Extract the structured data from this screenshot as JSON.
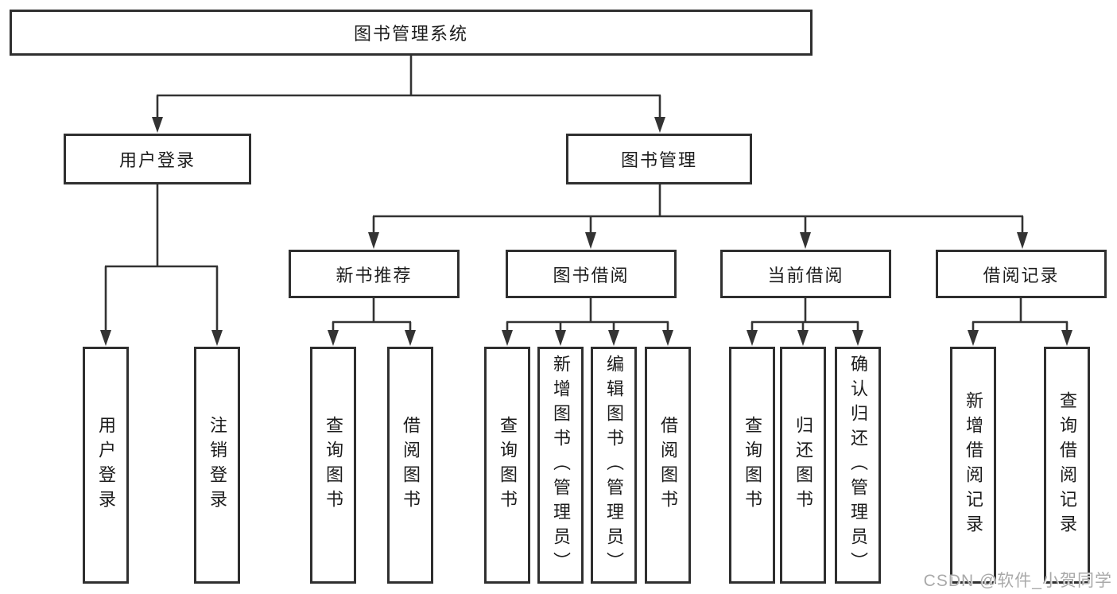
{
  "colors": {
    "line": "#333333",
    "node_border": "#2f2f2f",
    "node_text": "#1c1c1c",
    "watermark_text": "#a9a9a9",
    "background": "#ffffff"
  },
  "watermark": "CSDN @软件_小贺同学",
  "tree": {
    "label": "图书管理系统",
    "children": [
      {
        "label": "用户登录",
        "children": [
          {
            "label": "用户登录"
          },
          {
            "label": "注销登录"
          }
        ]
      },
      {
        "label": "图书管理",
        "children": [
          {
            "label": "新书推荐",
            "children": [
              {
                "label": "查询图书"
              },
              {
                "label": "借阅图书"
              }
            ]
          },
          {
            "label": "图书借阅",
            "children": [
              {
                "label": "查询图书"
              },
              {
                "label": "新增图书（管理员）"
              },
              {
                "label": "编辑图书（管理员）"
              },
              {
                "label": "借阅图书"
              }
            ]
          },
          {
            "label": "当前借阅",
            "children": [
              {
                "label": "查询图书"
              },
              {
                "label": "归还图书"
              },
              {
                "label": "确认归还（管理员）"
              }
            ]
          },
          {
            "label": "借阅记录",
            "children": [
              {
                "label": "新增借阅记录"
              },
              {
                "label": "查询借阅记录"
              }
            ]
          }
        ]
      }
    ]
  }
}
